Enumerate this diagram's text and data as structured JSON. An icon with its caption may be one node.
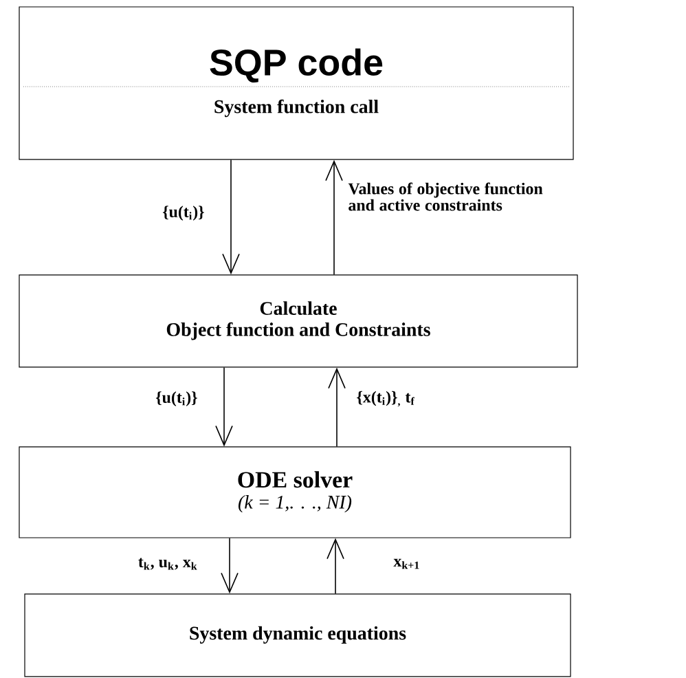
{
  "diagram": {
    "nodes": [
      {
        "text": [
          "SQP code",
          "System function call"
        ]
      },
      {
        "text": [
          "Calculate",
          "Object function and Constraints"
        ]
      },
      {
        "text": [
          "ODE solver",
          "(k = 1,. . ., NI)"
        ]
      },
      {
        "text": [
          "System dynamic equations"
        ]
      }
    ],
    "edges": [
      {
        "from": 0,
        "to": 1,
        "arrow": "to",
        "label": "{u(t$_{i}$)}"
      },
      {
        "from": 1,
        "to": 0,
        "arrow": "to",
        "label": "Values of objective function and active constraints"
      },
      {
        "from": 1,
        "to": 2,
        "arrow": "to",
        "label": "{u(t$_{i}$)}"
      },
      {
        "from": 2,
        "to": 1,
        "arrow": "to",
        "label": "{x(t$_{i}$)}$_{,}$ t$_{f}$"
      },
      {
        "from": 2,
        "to": 3,
        "arrow": "to",
        "label": "t$_{k}$, u$_{k}$, x$_{k}$"
      },
      {
        "from": 3,
        "to": 2,
        "arrow": "to",
        "label": "x$_{k+1}$"
      }
    ]
  }
}
